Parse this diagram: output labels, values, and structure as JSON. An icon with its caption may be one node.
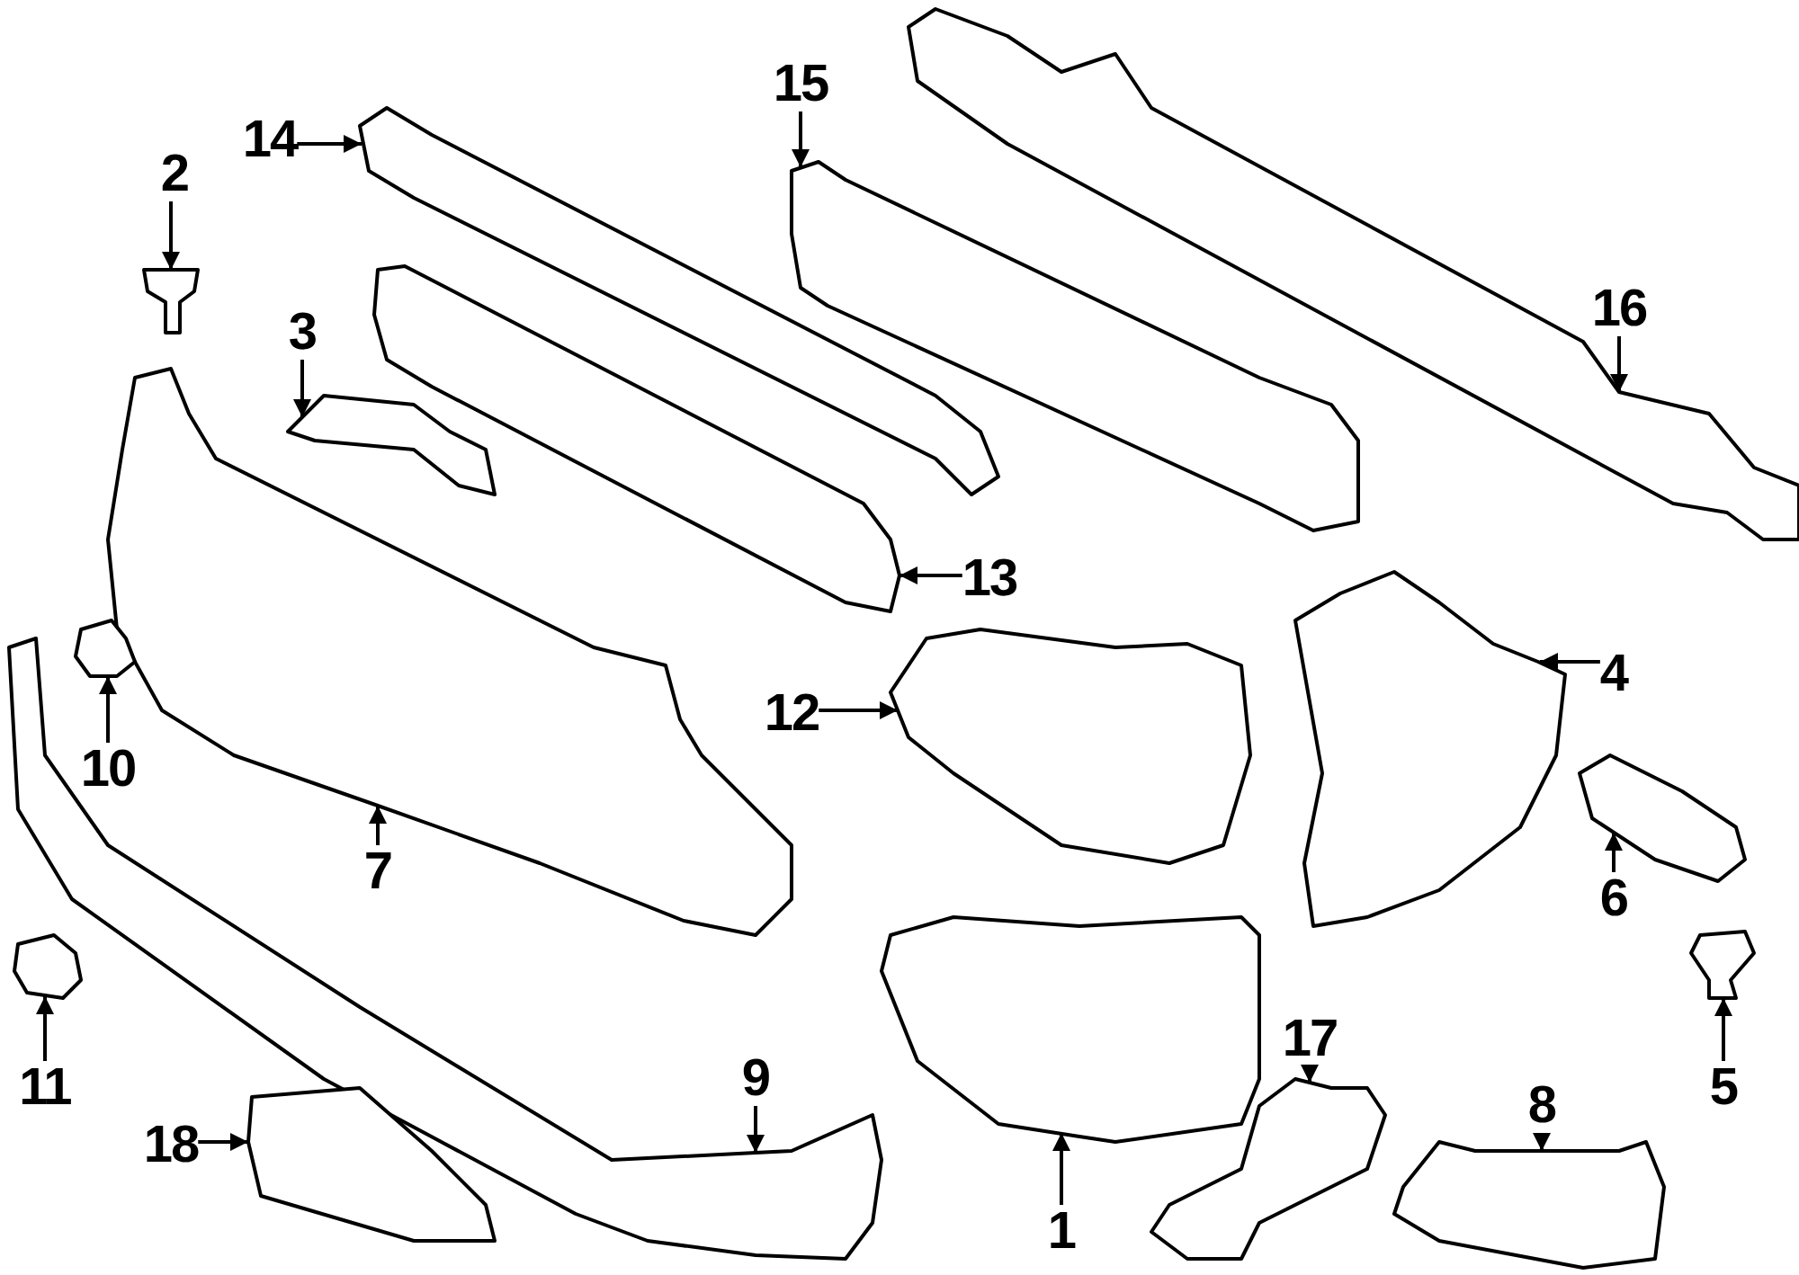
{
  "diagram": {
    "nodes": [
      {
        "text": [
          "1"
        ]
      },
      {
        "text": [
          "2"
        ]
      },
      {
        "text": [
          "3"
        ]
      },
      {
        "text": [
          "4"
        ]
      },
      {
        "text": [
          "5"
        ]
      },
      {
        "text": [
          "6"
        ]
      },
      {
        "text": [
          "7"
        ]
      },
      {
        "text": [
          "8"
        ]
      },
      {
        "text": [
          "9"
        ]
      },
      {
        "text": [
          "10"
        ]
      },
      {
        "text": [
          "11"
        ]
      },
      {
        "text": [
          "12"
        ]
      },
      {
        "text": [
          "13"
        ]
      },
      {
        "text": [
          "14"
        ]
      },
      {
        "text": [
          "15"
        ]
      },
      {
        "text": [
          "16"
        ]
      },
      {
        "text": [
          "17"
        ]
      },
      {
        "text": [
          "18"
        ]
      },
      {
        "text": [],
        "shape": "picture"
      },
      {
        "text": [],
        "shape": "picture"
      },
      {
        "text": [],
        "shape": "picture"
      },
      {
        "text": [],
        "shape": "picture"
      },
      {
        "text": [],
        "shape": "picture"
      },
      {
        "text": [],
        "shape": "picture"
      },
      {
        "text": [],
        "shape": "picture"
      },
      {
        "text": [],
        "shape": "picture"
      },
      {
        "text": [],
        "shape": "picture"
      },
      {
        "text": [],
        "shape": "picture"
      },
      {
        "text": [],
        "shape": "picture"
      },
      {
        "text": [],
        "shape": "picture"
      },
      {
        "text": [],
        "shape": "picture"
      },
      {
        "text": [],
        "shape": "picture"
      },
      {
        "text": [],
        "shape": "picture"
      },
      {
        "text": [],
        "shape": "picture"
      },
      {
        "text": [],
        "shape": "picture"
      },
      {
        "text": [],
        "shape": "picture"
      }
    ],
    "edges": [
      {
        "from": 0,
        "to": 18,
        "arrow": "to"
      },
      {
        "from": 1,
        "to": 19,
        "arrow": "to"
      },
      {
        "from": 2,
        "to": 20,
        "arrow": "to"
      },
      {
        "from": 3,
        "to": 21,
        "arrow": "to"
      },
      {
        "from": 4,
        "to": 22,
        "arrow": "to"
      },
      {
        "from": 5,
        "to": 23,
        "arrow": "to"
      },
      {
        "from": 6,
        "to": 24,
        "arrow": "to"
      },
      {
        "from": 7,
        "to": 25,
        "arrow": "to"
      },
      {
        "from": 8,
        "to": 26,
        "arrow": "to"
      },
      {
        "from": 9,
        "to": 27,
        "arrow": "to"
      },
      {
        "from": 10,
        "to": 28,
        "arrow": "to"
      },
      {
        "from": 11,
        "to": 29,
        "arrow": "to"
      },
      {
        "from": 12,
        "to": 30,
        "arrow": "to"
      },
      {
        "from": 13,
        "to": 31,
        "arrow": "to"
      },
      {
        "from": 14,
        "to": 32,
        "arrow": "to"
      },
      {
        "from": 15,
        "to": 33,
        "arrow": "to"
      },
      {
        "from": 16,
        "to": 34,
        "arrow": "to"
      },
      {
        "from": 17,
        "to": 35,
        "arrow": "to"
      }
    ]
  }
}
